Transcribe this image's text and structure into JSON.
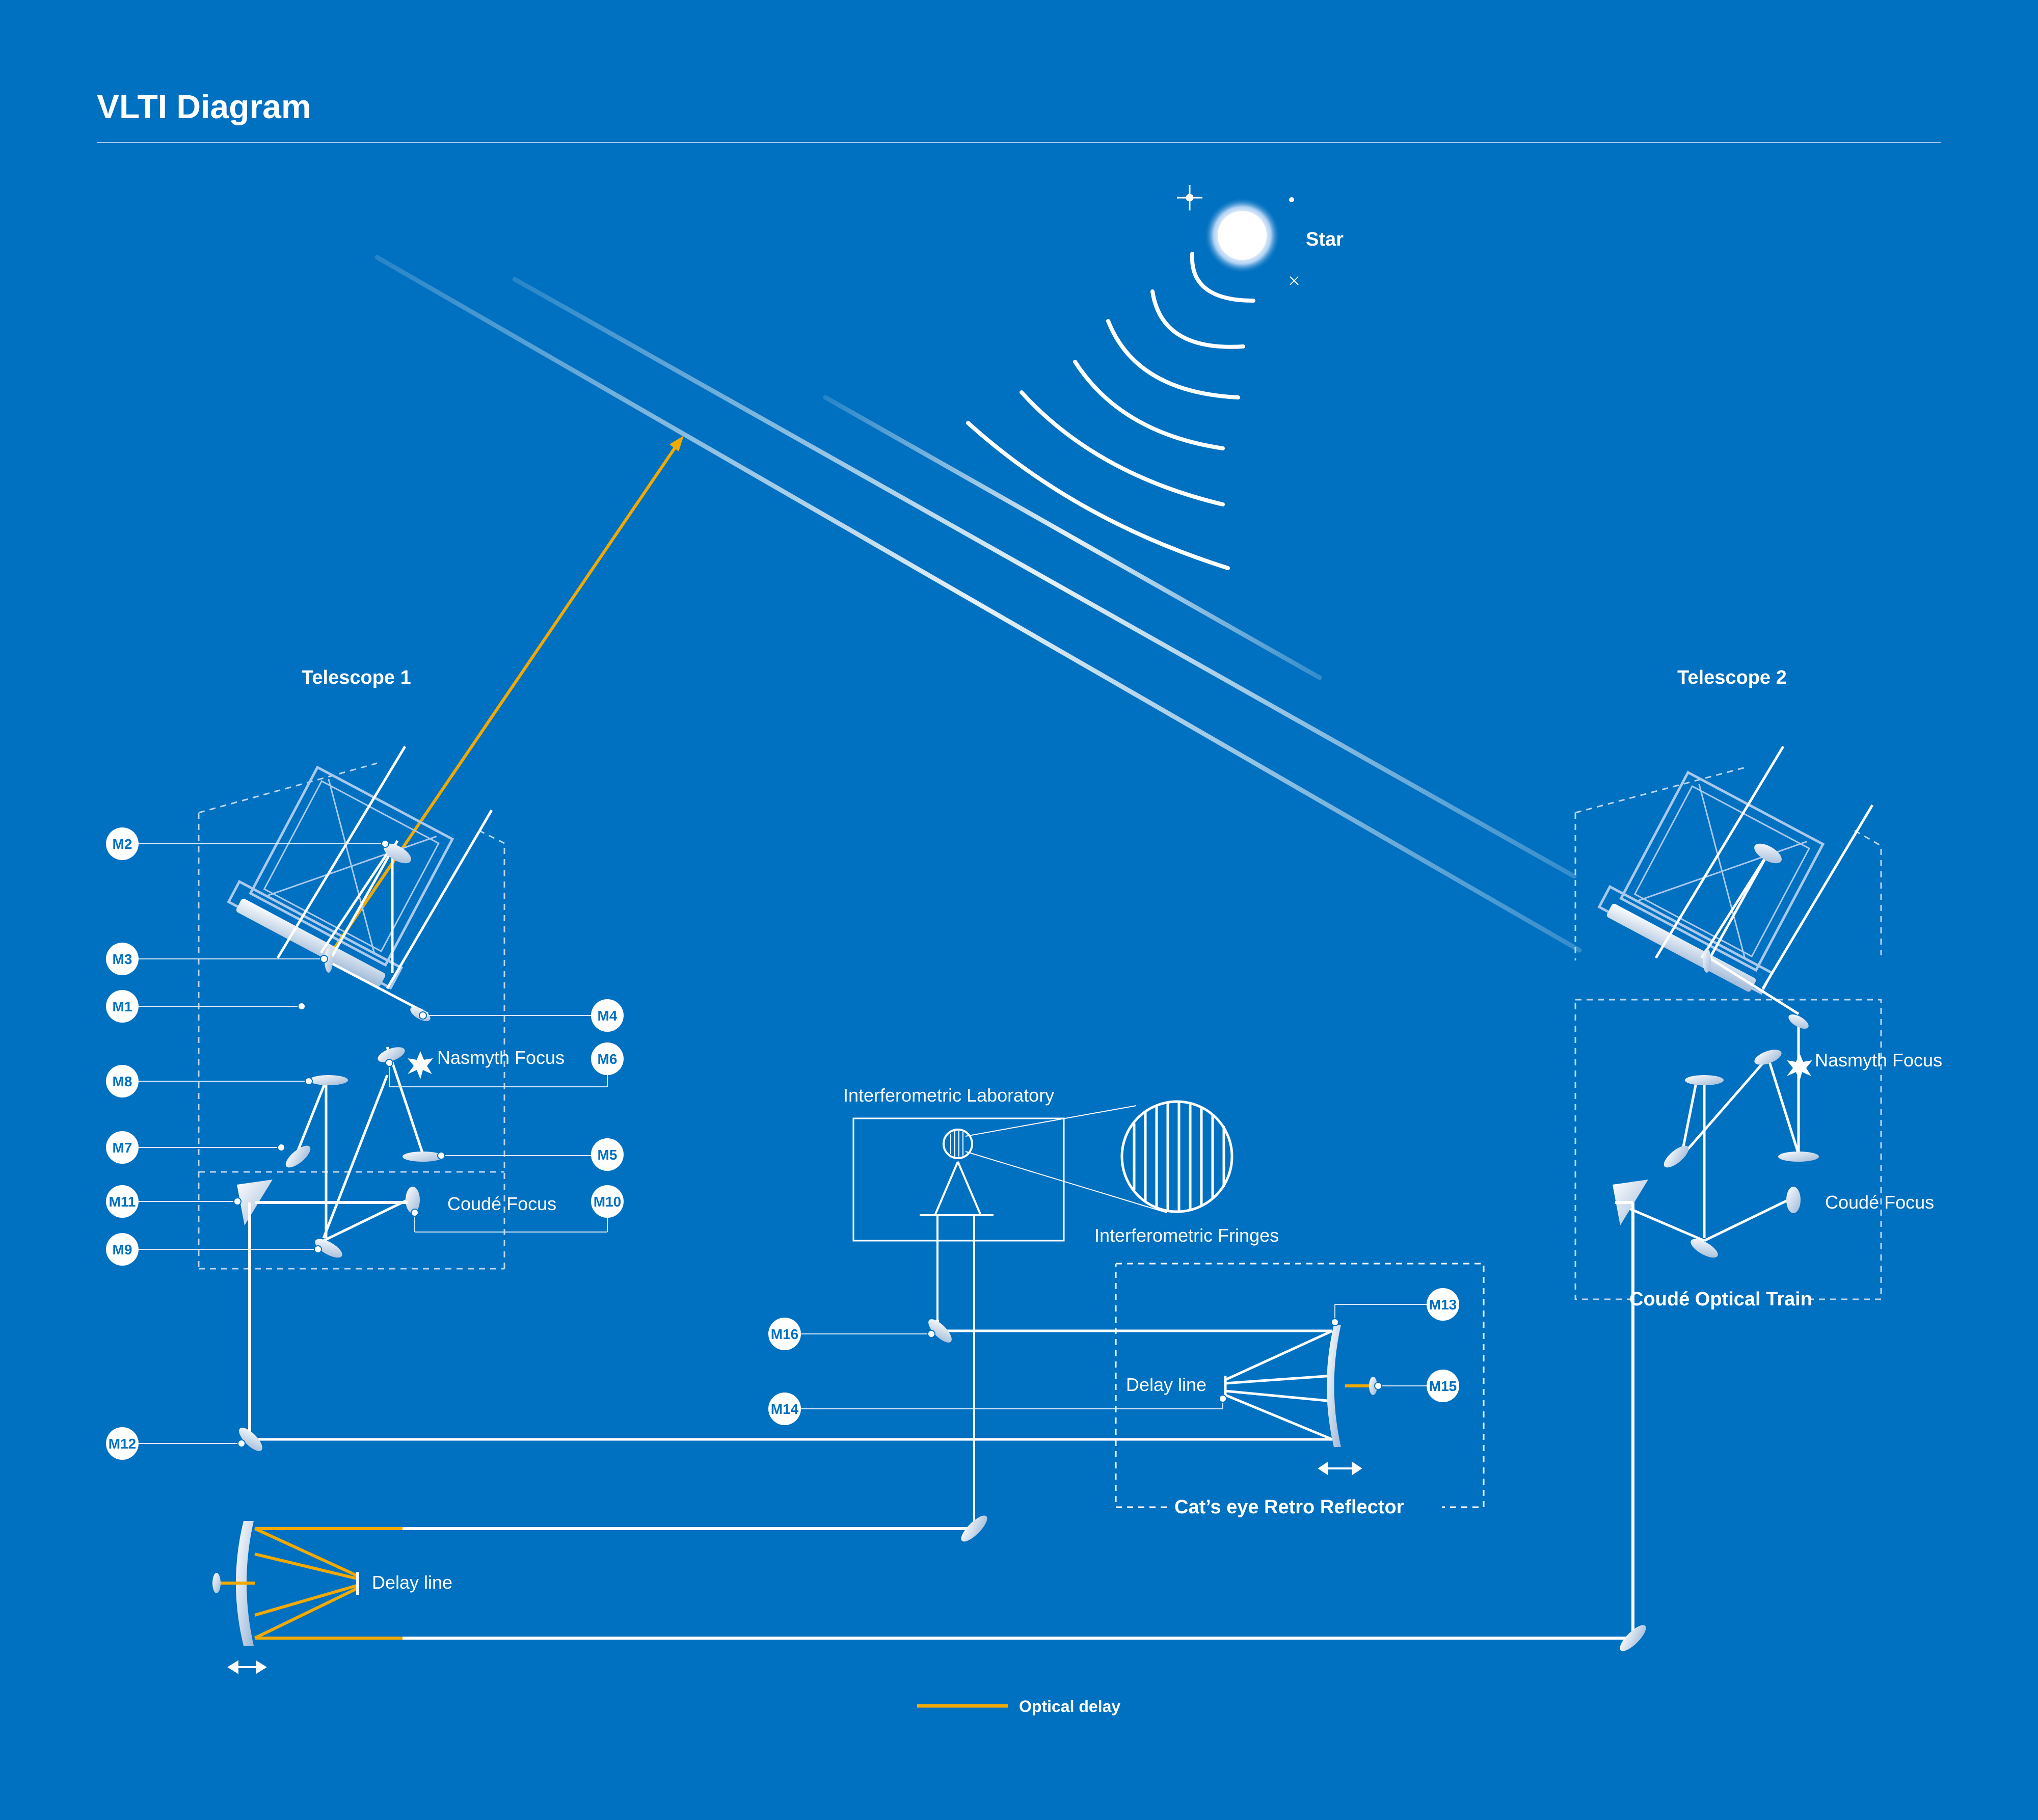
{
  "title": "VLTI Diagram",
  "colors": {
    "background": "#0070C0",
    "line": "#ffffff",
    "optical_delay": "#F2A900"
  },
  "labels": {
    "star": "Star",
    "telescope1": "Telescope 1",
    "telescope2": "Telescope 2",
    "nasmyth_focus": "Nasmyth Focus",
    "coude_focus": "Coudé Focus",
    "coude_optical_train": "Coudé Optical Train",
    "interferometric_laboratory": "Interferometric Laboratory",
    "interferometric_fringes": "Interferometric Fringes",
    "delay_line": "Delay line",
    "cats_eye": "Cat’s eye Retro Reflector"
  },
  "mirrors": {
    "m1": "M1",
    "m2": "M2",
    "m3": "M3",
    "m4": "M4",
    "m5": "M5",
    "m6": "M6",
    "m7": "M7",
    "m8": "M8",
    "m9": "M9",
    "m10": "M10",
    "m11": "M11",
    "m12": "M12",
    "m13": "M13",
    "m14": "M14",
    "m15": "M15",
    "m16": "M16"
  },
  "legend": {
    "optical_delay": "Optical delay"
  }
}
